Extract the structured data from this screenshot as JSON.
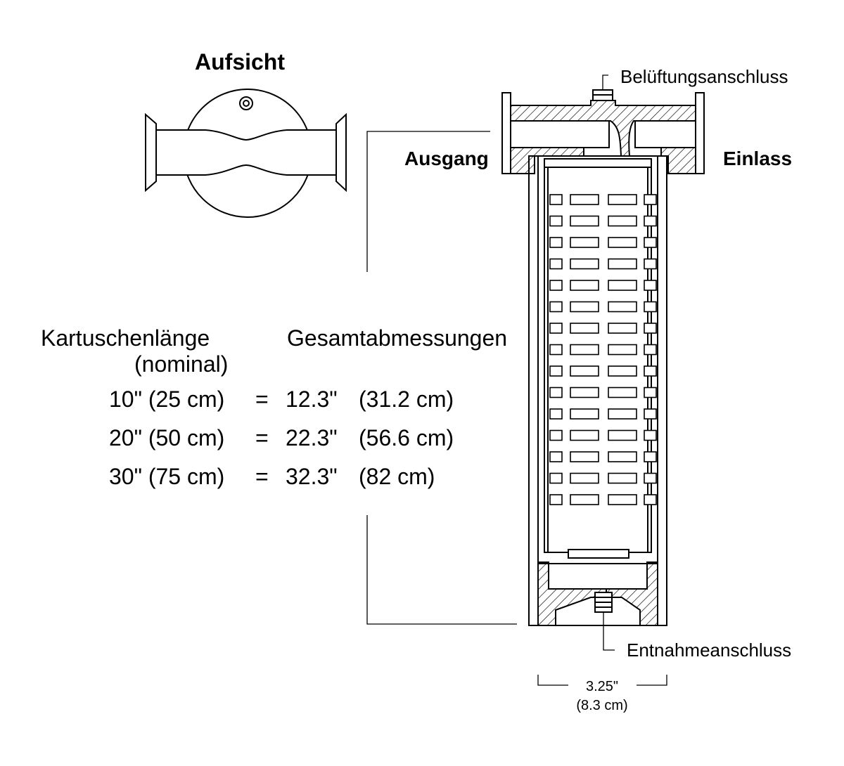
{
  "top_view": {
    "title": "Aufsicht"
  },
  "housing": {
    "vent_label": "Belüftungsanschluss",
    "outlet_label": "Ausgang",
    "inlet_label": "Einlass",
    "drain_label": "Entnahmeanschluss",
    "width_in": "3.25\"",
    "width_cm": "(8.3 cm)",
    "slot_rows": 15
  },
  "dimension_table": {
    "col1_header": "Kartuschenlänge",
    "col1_sub": "(nominal)",
    "col2_header": "Gesamtabmessungen",
    "rows": [
      {
        "nominal": "10\" (25 cm)",
        "eq": "=",
        "overall_in": "12.3\"",
        "overall_cm": "(31.2 cm)"
      },
      {
        "nominal": "20\" (50 cm)",
        "eq": "=",
        "overall_in": "22.3\"",
        "overall_cm": "(56.6 cm)"
      },
      {
        "nominal": "30\" (75 cm)",
        "eq": "=",
        "overall_in": "32.3\"",
        "overall_cm": "(82 cm)"
      }
    ]
  }
}
